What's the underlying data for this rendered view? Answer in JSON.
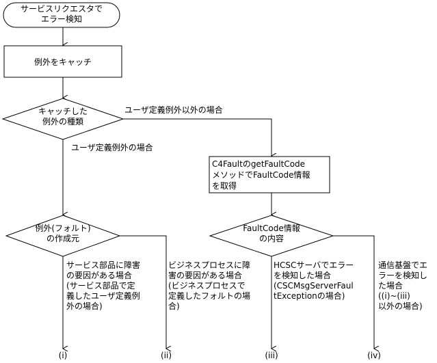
{
  "start": {
    "lines": [
      "サービスリクエスタで",
      "エラー検知"
    ]
  },
  "catch": {
    "lines": [
      "例外をキャッチ"
    ]
  },
  "decision_kind": {
    "lines": [
      "キャッチした",
      "例外の種類"
    ]
  },
  "label_non_user": {
    "lines": [
      "ユーザ定義例外以外の場合"
    ]
  },
  "label_user": {
    "lines": [
      "ユーザ定義例外の場合"
    ]
  },
  "get_fault": {
    "lines": [
      "C4FaultのgetFaultCode",
      "メソッドでFaultCode情報",
      "を取得"
    ]
  },
  "decision_origin": {
    "lines": [
      "例外(フォルト)",
      "の作成元"
    ]
  },
  "decision_faultcode": {
    "lines": [
      "FaultCode情報",
      "の内容"
    ]
  },
  "case_i": {
    "lines": [
      "サービス部品に障害",
      "の要因がある場合",
      "(サービス部品で定",
      "義したユーザ定義例",
      "外の場合)"
    ]
  },
  "case_ii": {
    "lines": [
      "ビジネスプロセスに障",
      "害の要因がある場合",
      "(ビジネスプロセスで",
      "定義したフォルトの場",
      "合)"
    ]
  },
  "case_iii": {
    "lines": [
      "HCSCサーバでエラー",
      "を検知した場合",
      "(CSCMsgServerFaul",
      "tExceptionの場合)"
    ]
  },
  "case_iv": {
    "lines": [
      "通信基盤でエ",
      "ラーを検知し",
      "た場合",
      "((i)~(iii)",
      "以外の場合)"
    ]
  },
  "markers": {
    "i": "(i)",
    "ii": "(ii)",
    "iii": "(iii)",
    "iv": "(iv)"
  }
}
